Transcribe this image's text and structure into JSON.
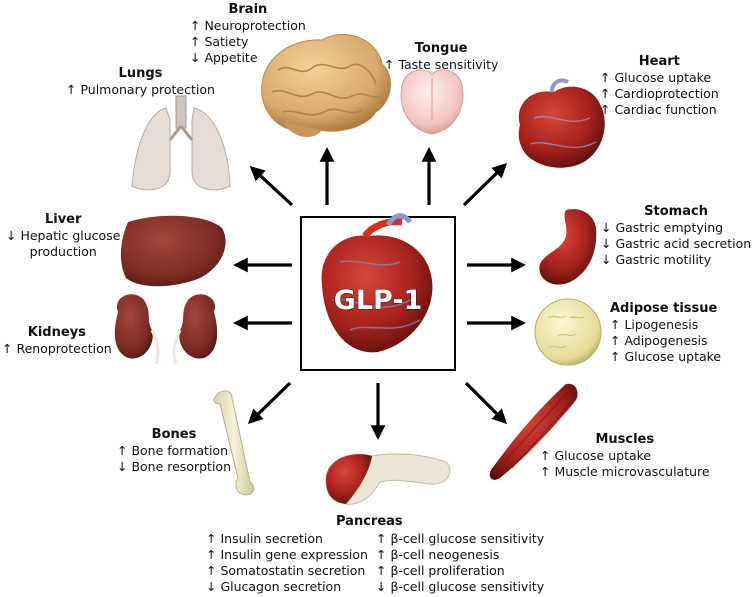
{
  "center_label": "GLP-1",
  "organs": {
    "brain": {
      "title": "Brain",
      "effects": [
        "↑ Neuroprotection",
        "↑ Satiety",
        "↓ Appetite"
      ]
    },
    "tongue": {
      "title": "Tongue",
      "effects": [
        "↑ Taste sensitivity"
      ]
    },
    "heart": {
      "title": "Heart",
      "effects": [
        "↑ Glucose uptake",
        "↑ Cardioprotection",
        "↑ Cardiac function"
      ]
    },
    "lungs": {
      "title": "Lungs",
      "effects": [
        "↑ Pulmonary protection"
      ]
    },
    "liver": {
      "title": "Liver",
      "effects": [
        "↓ Hepatic glucose",
        "production"
      ]
    },
    "stomach": {
      "title": "Stomach",
      "effects": [
        "↓ Gastric emptying",
        "↓ Gastric acid secretion",
        "↓ Gastric motility"
      ]
    },
    "adipose": {
      "title": "Adipose tissue",
      "effects": [
        "↑ Lipogenesis",
        "↑ Adipogenesis",
        "↑ Glucose uptake"
      ]
    },
    "kidneys": {
      "title": "Kidneys",
      "effects": [
        "↑ Renoprotection"
      ]
    },
    "bones": {
      "title": "Bones",
      "effects": [
        "↑ Bone formation",
        "↓ Bone resorption"
      ]
    },
    "muscles": {
      "title": "Muscles",
      "effects": [
        "↑ Glucose uptake",
        "↑ Muscle microvasculature"
      ]
    },
    "pancreas": {
      "title": "Pancreas",
      "effects_left": [
        "↑ Insulin secretion",
        "↑ Insulin gene expression",
        "↑ Somatostatin secretion",
        "↓ Glucagon secretion"
      ],
      "effects_right": [
        "↑ β-cell glucose sensitivity",
        "↑ β-cell neogenesis",
        "↑ β-cell proliferation",
        "↓ β-cell glucose sensitivity"
      ]
    }
  },
  "colors": {
    "organ_red": "#a8231d",
    "organ_dark": "#6e120e",
    "brain": "#d9a86a",
    "lung": "#e4dcd6",
    "liver": "#7a2a22",
    "bone": "#ece7c4",
    "fat": "#e9e1a0",
    "arrow": "#000000"
  }
}
